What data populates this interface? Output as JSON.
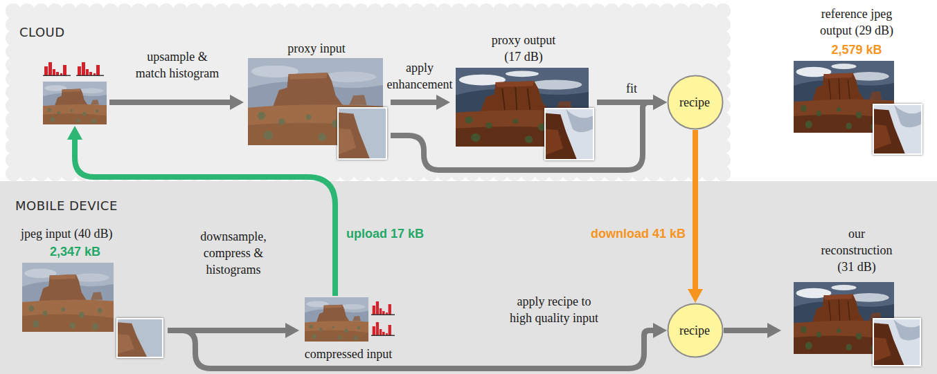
{
  "diagram": {
    "nodes": [
      {
        "text": [
          "CLOUD"
        ]
      },
      {
        "text": [],
        "in": 0
      },
      {
        "text": [
          "proxy input"
        ],
        "in": 0
      },
      {
        "text": [
          "proxy output (17 dB)"
        ],
        "in": 0
      },
      {
        "text": [
          "recipe"
        ],
        "in": 0
      },
      {
        "text": [
          "reference jpeg output (29 dB)",
          "2,579 kB"
        ]
      },
      {
        "text": [
          "MOBILE DEVICE"
        ]
      },
      {
        "text": [
          "jpeg input (40 dB)",
          "2,347 kB"
        ],
        "in": 6
      },
      {
        "text": [
          "compressed input"
        ],
        "in": 6
      },
      {
        "text": [
          "recipe"
        ],
        "in": 6
      },
      {
        "text": [
          "our reconstruction (31 dB)"
        ],
        "in": 6
      }
    ],
    "edges": [
      {
        "from": 1,
        "to": 2,
        "label": "upsample & match histogram",
        "arrow": "to"
      },
      {
        "from": 2,
        "to": 3,
        "label": "apply enhancement",
        "arrow": "to"
      },
      {
        "from": 3,
        "to": 4,
        "label": "fit",
        "arrow": "to"
      },
      {
        "from": 2,
        "to": 4,
        "arrow": "to"
      },
      {
        "from": 4,
        "to": 9,
        "label": "download 41 kB",
        "arrow": "to"
      },
      {
        "from": 7,
        "to": 8,
        "label": "downsample, compress & histograms",
        "arrow": "to"
      },
      {
        "from": 7,
        "to": 9,
        "label": "apply recipe to high quality input",
        "arrow": "to"
      },
      {
        "from": 8,
        "to": 1,
        "label": "upload 17 kB",
        "arrow": "to"
      },
      {
        "from": 9,
        "to": 10,
        "arrow": "to"
      }
    ]
  }
}
